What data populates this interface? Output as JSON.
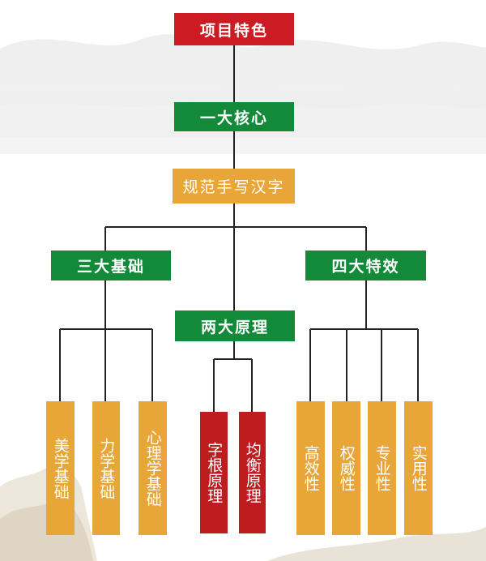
{
  "colors": {
    "red": "#cc1b22",
    "green": "#13893a",
    "orange": "#e9a638",
    "dark_red": "#bf1c1f",
    "line": "#222222"
  },
  "nodes": {
    "root": "项目特色",
    "core": "一大核心",
    "core_item": "规范手写汉字",
    "three_bases": "三大基础",
    "two_principles": "两大原理",
    "four_effects": "四大特效",
    "bases": [
      "美学基础",
      "力学基础",
      "心理学基础"
    ],
    "principles": [
      "字根原理",
      "均衡原理"
    ],
    "effects": [
      "高效性",
      "权威性",
      "专业性",
      "实用性"
    ]
  }
}
